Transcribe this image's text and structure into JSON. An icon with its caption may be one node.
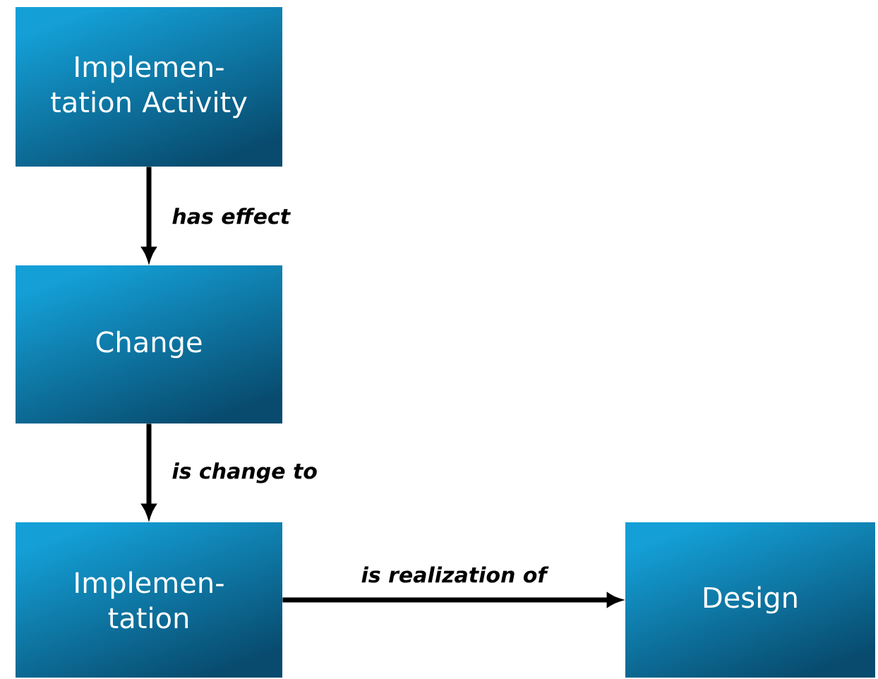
{
  "diagram": {
    "nodes": [
      {
        "text": [
          "Implemen- tation Activity"
        ]
      },
      {
        "text": [
          "Change"
        ]
      },
      {
        "text": [
          "Implemen- tation"
        ]
      },
      {
        "text": [
          "Design"
        ]
      }
    ],
    "edges": [
      {
        "from": 0,
        "to": 1,
        "arrow": "to",
        "label": "has effect"
      },
      {
        "from": 1,
        "to": 2,
        "arrow": "to",
        "label": "is change to"
      },
      {
        "from": 2,
        "to": 3,
        "arrow": "to",
        "label": "is realization of"
      }
    ]
  }
}
